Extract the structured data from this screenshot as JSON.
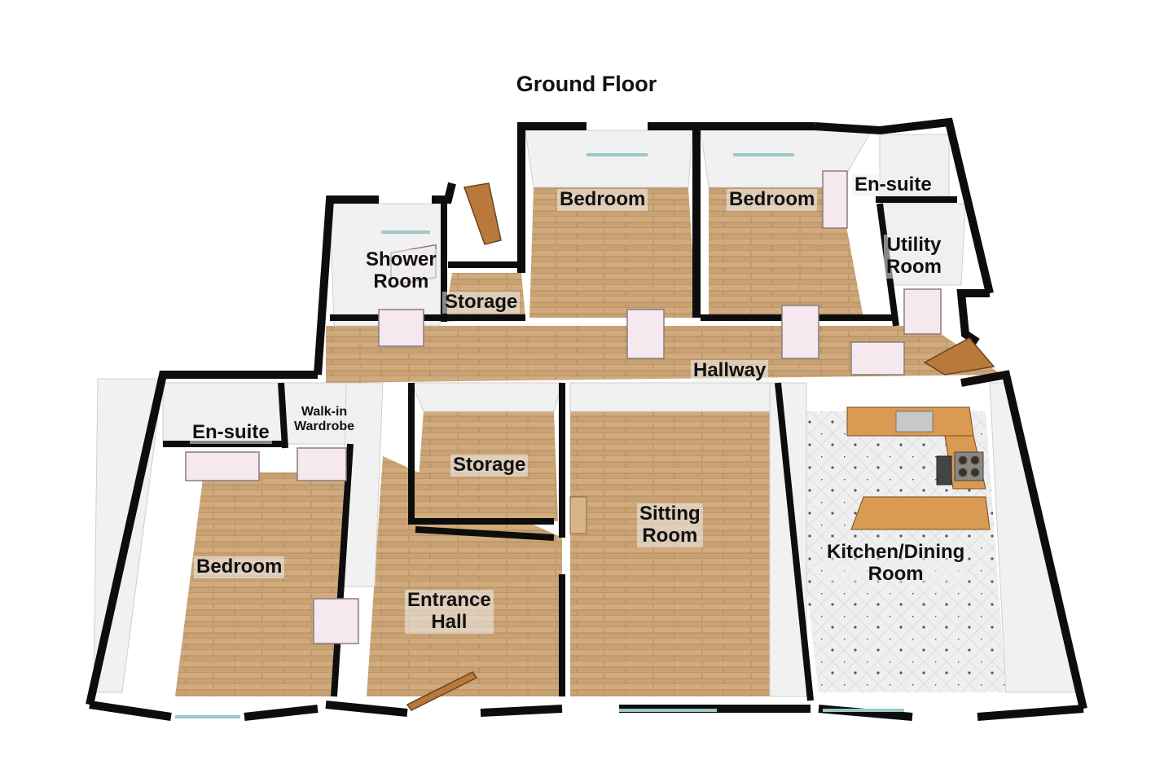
{
  "title": "Ground Floor",
  "rooms": {
    "bedroom_top_left": {
      "lines": [
        "Bedroom"
      ]
    },
    "bedroom_top_right": {
      "lines": [
        "Bedroom"
      ]
    },
    "ensuite_top": {
      "lines": [
        "En-suite"
      ]
    },
    "utility": {
      "lines": [
        "Utility",
        "Room"
      ]
    },
    "shower": {
      "lines": [
        "Shower",
        "Room"
      ]
    },
    "storage_top": {
      "lines": [
        "Storage"
      ]
    },
    "hallway": {
      "lines": [
        "Hallway"
      ]
    },
    "ensuite_left": {
      "lines": [
        "En-suite"
      ]
    },
    "walkin": {
      "lines": [
        "Walk-in",
        "Wardrobe"
      ]
    },
    "storage_mid": {
      "lines": [
        "Storage"
      ]
    },
    "sitting": {
      "lines": [
        "Sitting",
        "Room"
      ]
    },
    "kitchen": {
      "lines": [
        "Kitchen/Dining",
        "Room"
      ]
    },
    "bedroom_left": {
      "lines": [
        "Bedroom"
      ]
    },
    "entrance": {
      "lines": [
        "Entrance",
        "Hall"
      ]
    }
  },
  "colors": {
    "wall": "#0d0d0d",
    "wall_inner": "#f4f4f4",
    "wood": "#c9a274",
    "tile": "#eeeeee",
    "counter": "#d99a52"
  }
}
